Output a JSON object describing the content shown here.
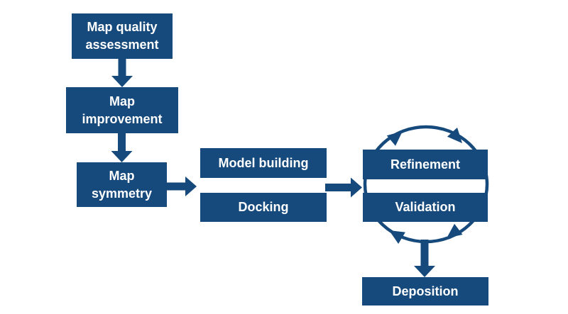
{
  "diagram": {
    "type": "flowchart",
    "colors": {
      "node_fill": "#164A7C",
      "node_text": "#FFFFFF",
      "arrow": "#164A7C",
      "background": "#FFFFFF"
    },
    "nodes": [
      {
        "id": "map-quality-assessment",
        "label": "Map quality\nassessment"
      },
      {
        "id": "map-improvement",
        "label": "Map\nimprovement"
      },
      {
        "id": "map-symmetry",
        "label": "Map\nsymmetry"
      },
      {
        "id": "model-building",
        "label": "Model building"
      },
      {
        "id": "docking",
        "label": "Docking"
      },
      {
        "id": "refinement",
        "label": "Refinement"
      },
      {
        "id": "validation",
        "label": "Validation"
      },
      {
        "id": "deposition",
        "label": "Deposition"
      }
    ],
    "edges": [
      {
        "from": "map-quality-assessment",
        "to": "map-improvement"
      },
      {
        "from": "map-improvement",
        "to": "map-symmetry"
      },
      {
        "from": "map-symmetry",
        "to": "model-building / docking"
      },
      {
        "from": "model-building / docking",
        "to": "refinement / validation"
      },
      {
        "from": "refinement / validation",
        "to": "deposition"
      }
    ],
    "cycle": {
      "nodes": [
        "refinement",
        "validation"
      ],
      "direction": "clockwise",
      "arrowhead_count": 4
    }
  }
}
